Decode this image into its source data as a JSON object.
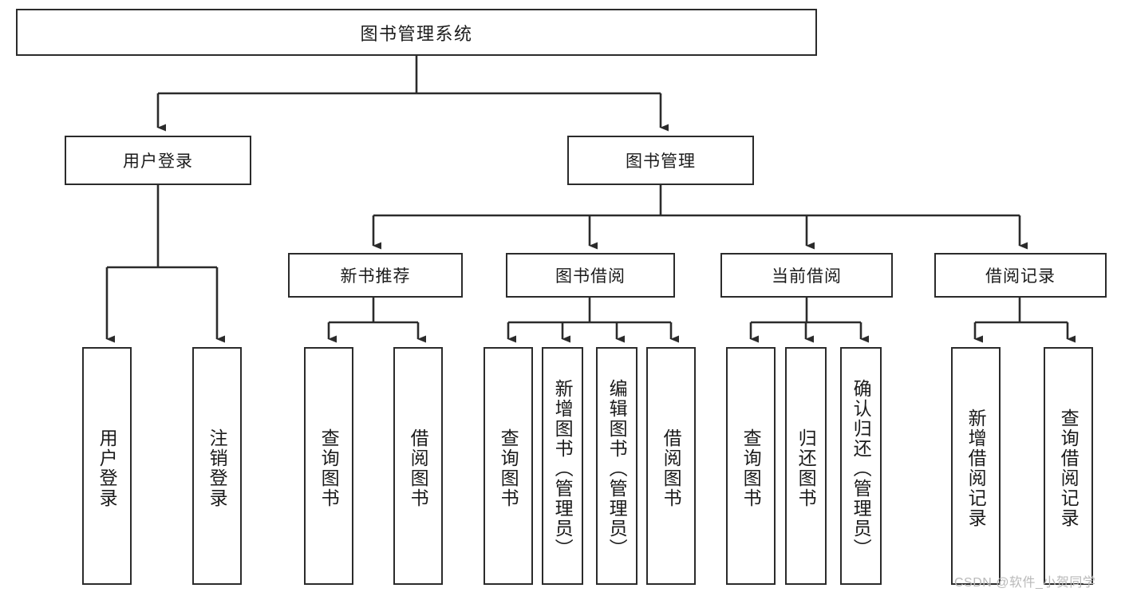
{
  "diagram": {
    "title": "图书管理系统",
    "type": "tree-hierarchy-diagram",
    "root": {
      "label": "图书管理系统"
    },
    "level1": [
      {
        "label": "用户登录"
      },
      {
        "label": "图书管理"
      }
    ],
    "level2": [
      {
        "label": "新书推荐"
      },
      {
        "label": "图书借阅"
      },
      {
        "label": "当前借阅"
      },
      {
        "label": "借阅记录"
      }
    ],
    "leaves": [
      {
        "label": "用户登录"
      },
      {
        "label": "注销登录"
      },
      {
        "label": "查询图书"
      },
      {
        "label": "借阅图书"
      },
      {
        "label": "查询图书"
      },
      {
        "label": "新增图书（管理员）"
      },
      {
        "label": "编辑图书（管理员）"
      },
      {
        "label": "借阅图书"
      },
      {
        "label": "查询图书"
      },
      {
        "label": "归还图书"
      },
      {
        "label": "确认归还（管理员）"
      },
      {
        "label": "新增借阅记录"
      },
      {
        "label": "查询借阅记录"
      }
    ],
    "watermark": "CSDN @软件_小贺同学",
    "colors": {
      "stroke": "#2b2b2b",
      "fill": "#ffffff",
      "text": "#1b1b1b",
      "watermark": "#b9b9b9"
    }
  }
}
